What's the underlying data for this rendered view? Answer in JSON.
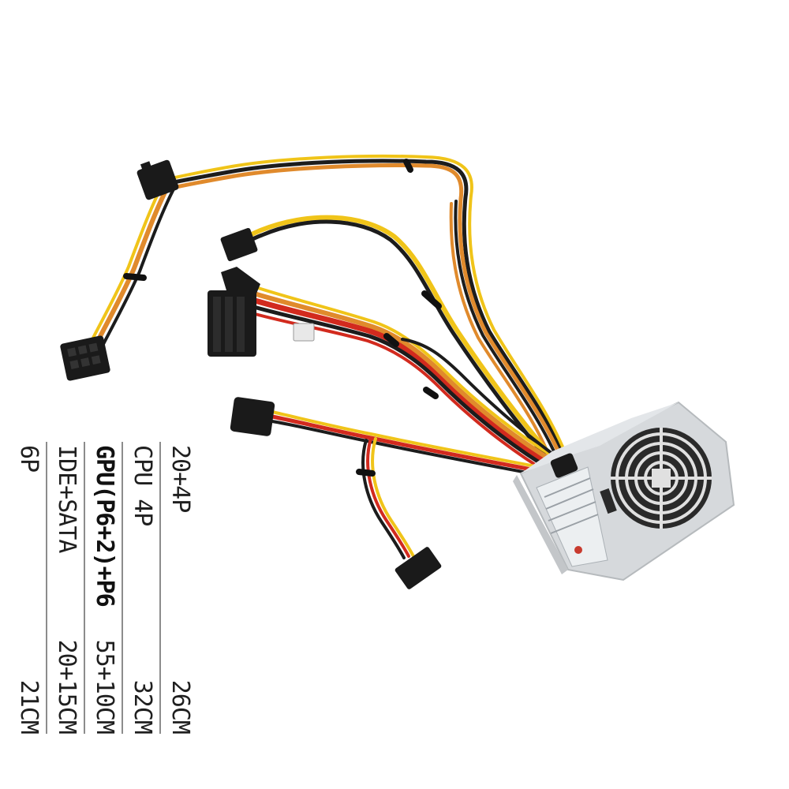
{
  "image": {
    "subject": "psu-with-cables",
    "colors": {
      "background": "#ffffff",
      "psu_body": "#d8dcdf",
      "connector": "#1a1a1a",
      "wire_yellow": "#f0c419",
      "wire_red": "#d22a1e",
      "wire_black": "#1c1c1c",
      "wire_orange": "#e08a2c"
    }
  },
  "spec_table": {
    "rows": [
      {
        "name": "20+4P",
        "length": "26CM"
      },
      {
        "name": "CPU 4P",
        "length": "32CM"
      },
      {
        "name": "GPU(P6+2)+P6",
        "length": "55+10CM"
      },
      {
        "name": "IDE+SATA",
        "length": "20+15CM"
      },
      {
        "name": "6P",
        "length": "21CM"
      }
    ]
  }
}
